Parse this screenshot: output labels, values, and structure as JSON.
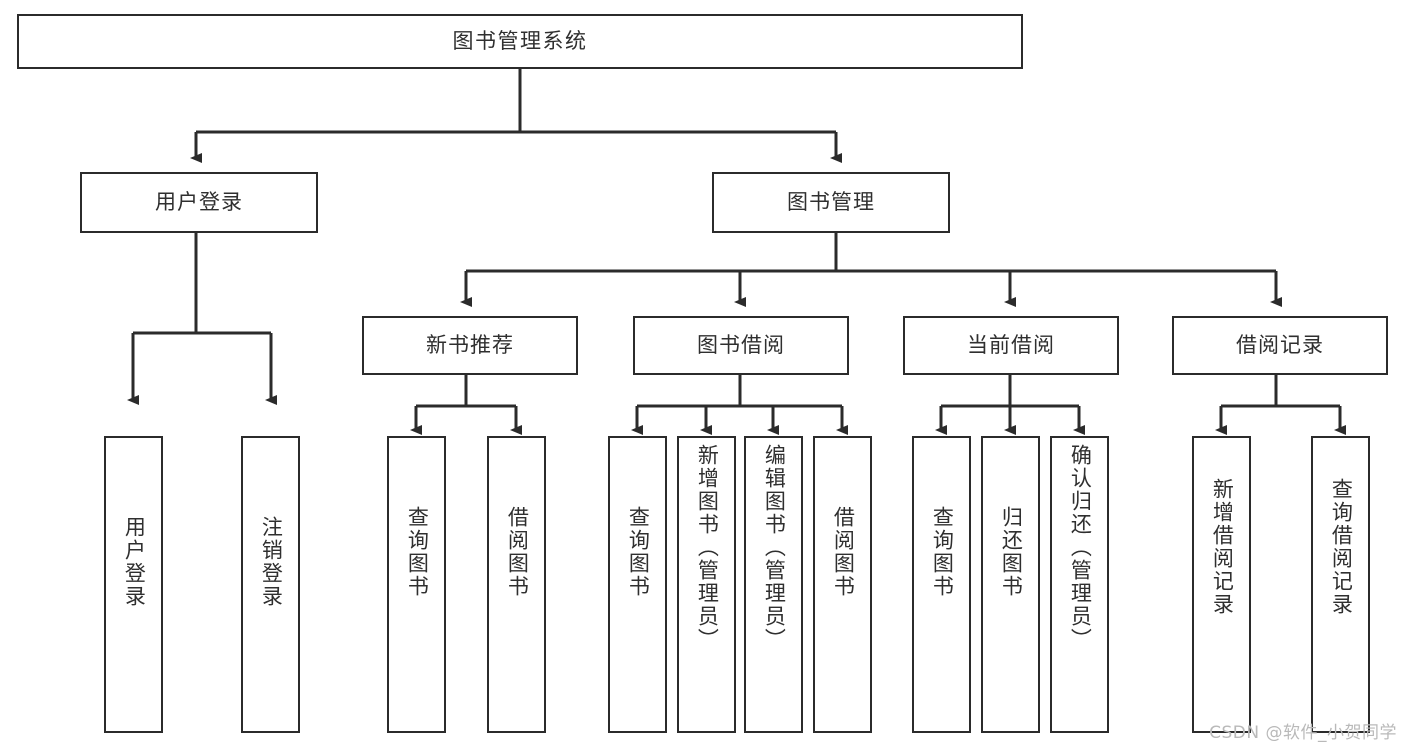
{
  "diagram": {
    "title": "图书管理系统",
    "type": "tree",
    "watermark": "CSDN @软件_小贺同学",
    "colors": {
      "box_border": "#2b2b2b",
      "box_fill": "#ffffff",
      "edge": "#2b2b2b",
      "text": "#2f2f2f",
      "watermark": "#b9b9b9",
      "background": "#ffffff"
    },
    "nodes": {
      "root": {
        "label": "图书管理系统"
      },
      "level2": [
        {
          "label": "用户登录"
        },
        {
          "label": "图书管理"
        }
      ],
      "level3": [
        {
          "label": "新书推荐"
        },
        {
          "label": "图书借阅"
        },
        {
          "label": "当前借阅"
        },
        {
          "label": "借阅记录"
        }
      ],
      "leaves": {
        "user_login": [
          {
            "label": "用户登录"
          },
          {
            "label": "注销登录"
          }
        ],
        "new_book_recommend": [
          {
            "label": "查询图书"
          },
          {
            "label": "借阅图书"
          }
        ],
        "book_borrow": [
          {
            "label": "查询图书"
          },
          {
            "label": "新增图书（管理员）"
          },
          {
            "label": "编辑图书（管理员）"
          },
          {
            "label": "借阅图书"
          }
        ],
        "current_borrow": [
          {
            "label": "查询图书"
          },
          {
            "label": "归还图书"
          },
          {
            "label": "确认归还（管理员）"
          }
        ],
        "borrow_record": [
          {
            "label": "新增借阅记录"
          },
          {
            "label": "查询借阅记录"
          }
        ]
      }
    }
  }
}
